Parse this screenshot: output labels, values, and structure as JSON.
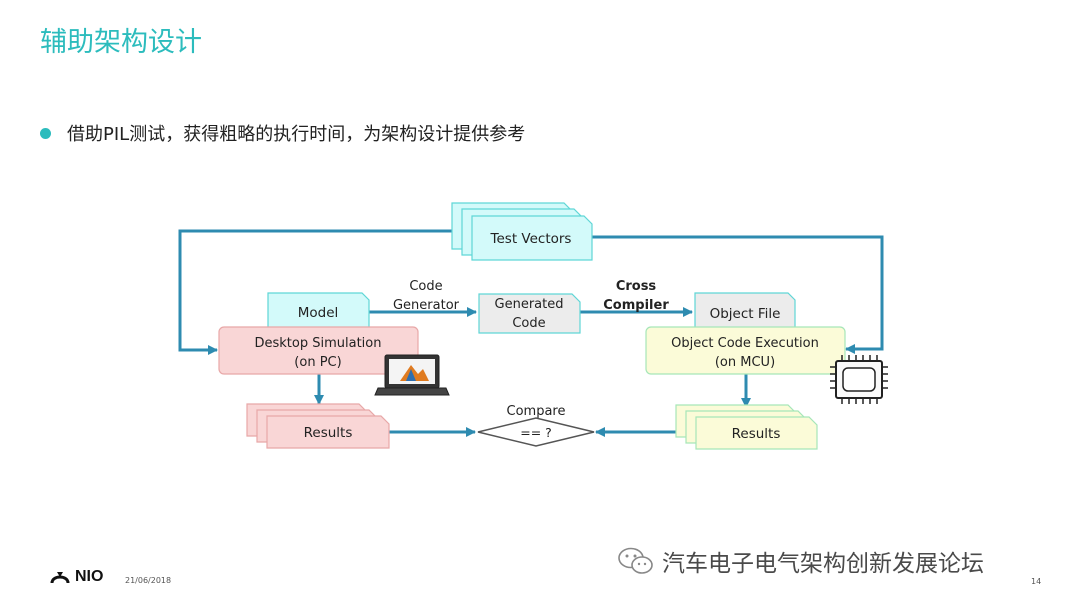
{
  "title": "辅助架构设计",
  "bullet": "借助PIL测试，获得粗略的执行时间，为架构设计提供参考",
  "diagram": {
    "test_vectors": "Test Vectors",
    "model": "Model",
    "code_generator_1": "Code",
    "code_generator_2": "Generator",
    "generated_code_1": "Generated",
    "generated_code_2": "Code",
    "cross_compiler_1": "Cross",
    "cross_compiler_2": "Compiler",
    "object_file": "Object File",
    "desktop_sim_1": "Desktop Simulation",
    "desktop_sim_2": "(on PC)",
    "object_exec_1": "Object Code Execution",
    "object_exec_2": "(on MCU)",
    "results_left": "Results",
    "results_right": "Results",
    "compare_label": "Compare",
    "compare_symbol": "== ?"
  },
  "colors": {
    "accent": "#2cbcbd",
    "arrow": "#2e8bb0",
    "cyan_fill": "#d3fafa",
    "pink_fill": "#f9d6d6",
    "yellow_fill": "#fbfbd8",
    "gray_fill": "#ececec"
  },
  "footer": {
    "logo": "NIO",
    "date": "21/06/2018",
    "watermark": "汽车电子电气架构创新发展论坛",
    "page": "14"
  }
}
